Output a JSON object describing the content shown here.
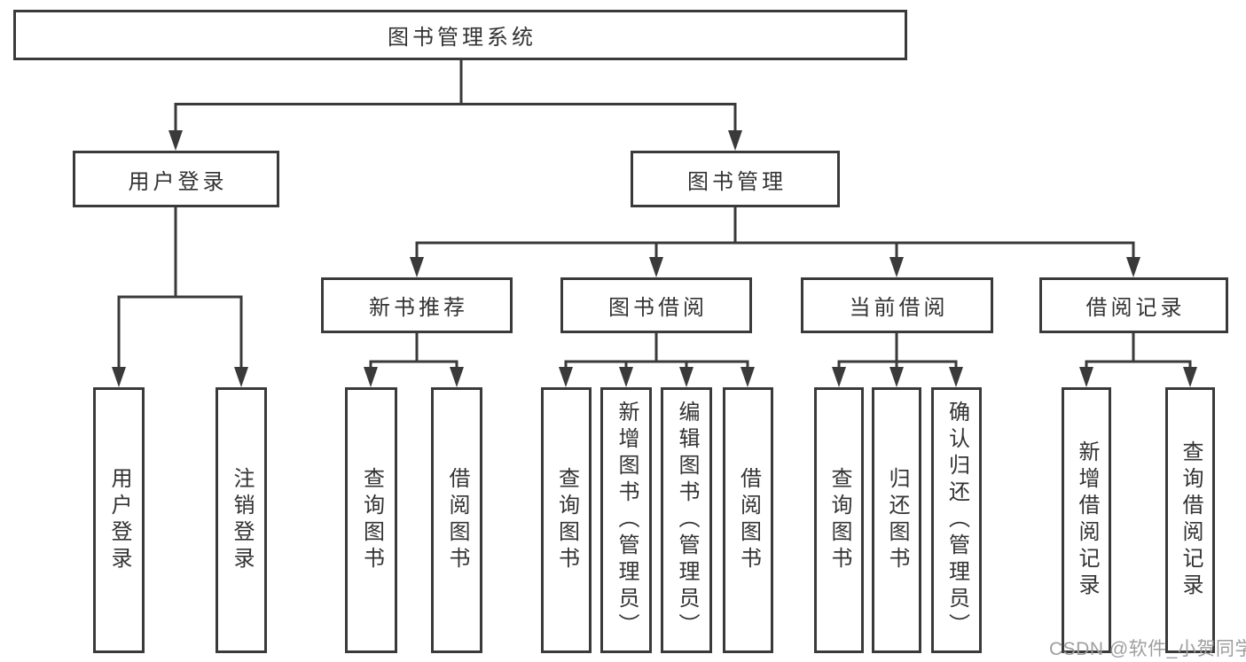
{
  "tree": {
    "root": {
      "label": "图书管理系统",
      "children": [
        {
          "label": "用户登录",
          "children": [
            {
              "label": "用户登录"
            },
            {
              "label": "注销登录"
            }
          ]
        },
        {
          "label": "图书管理",
          "children": [
            {
              "label": "新书推荐",
              "children": [
                {
                  "label": "查询图书"
                },
                {
                  "label": "借阅图书"
                }
              ]
            },
            {
              "label": "图书借阅",
              "children": [
                {
                  "label": "查询图书"
                },
                {
                  "label": "新增图书（管理员）"
                },
                {
                  "label": "编辑图书（管理员）"
                },
                {
                  "label": "借阅图书"
                }
              ]
            },
            {
              "label": "当前借阅",
              "children": [
                {
                  "label": "查询图书"
                },
                {
                  "label": "归还图书"
                },
                {
                  "label": "确认归还（管理员）"
                }
              ]
            },
            {
              "label": "借阅记录",
              "children": [
                {
                  "label": "新增借阅记录"
                },
                {
                  "label": "查询借阅记录"
                }
              ]
            }
          ]
        }
      ]
    }
  },
  "watermark": "CSDN @软件_小贺同学",
  "colors": {
    "line": "#3a3a3a",
    "text": "#333333",
    "watermark": "#9e9e9e",
    "background": "#ffffff"
  }
}
